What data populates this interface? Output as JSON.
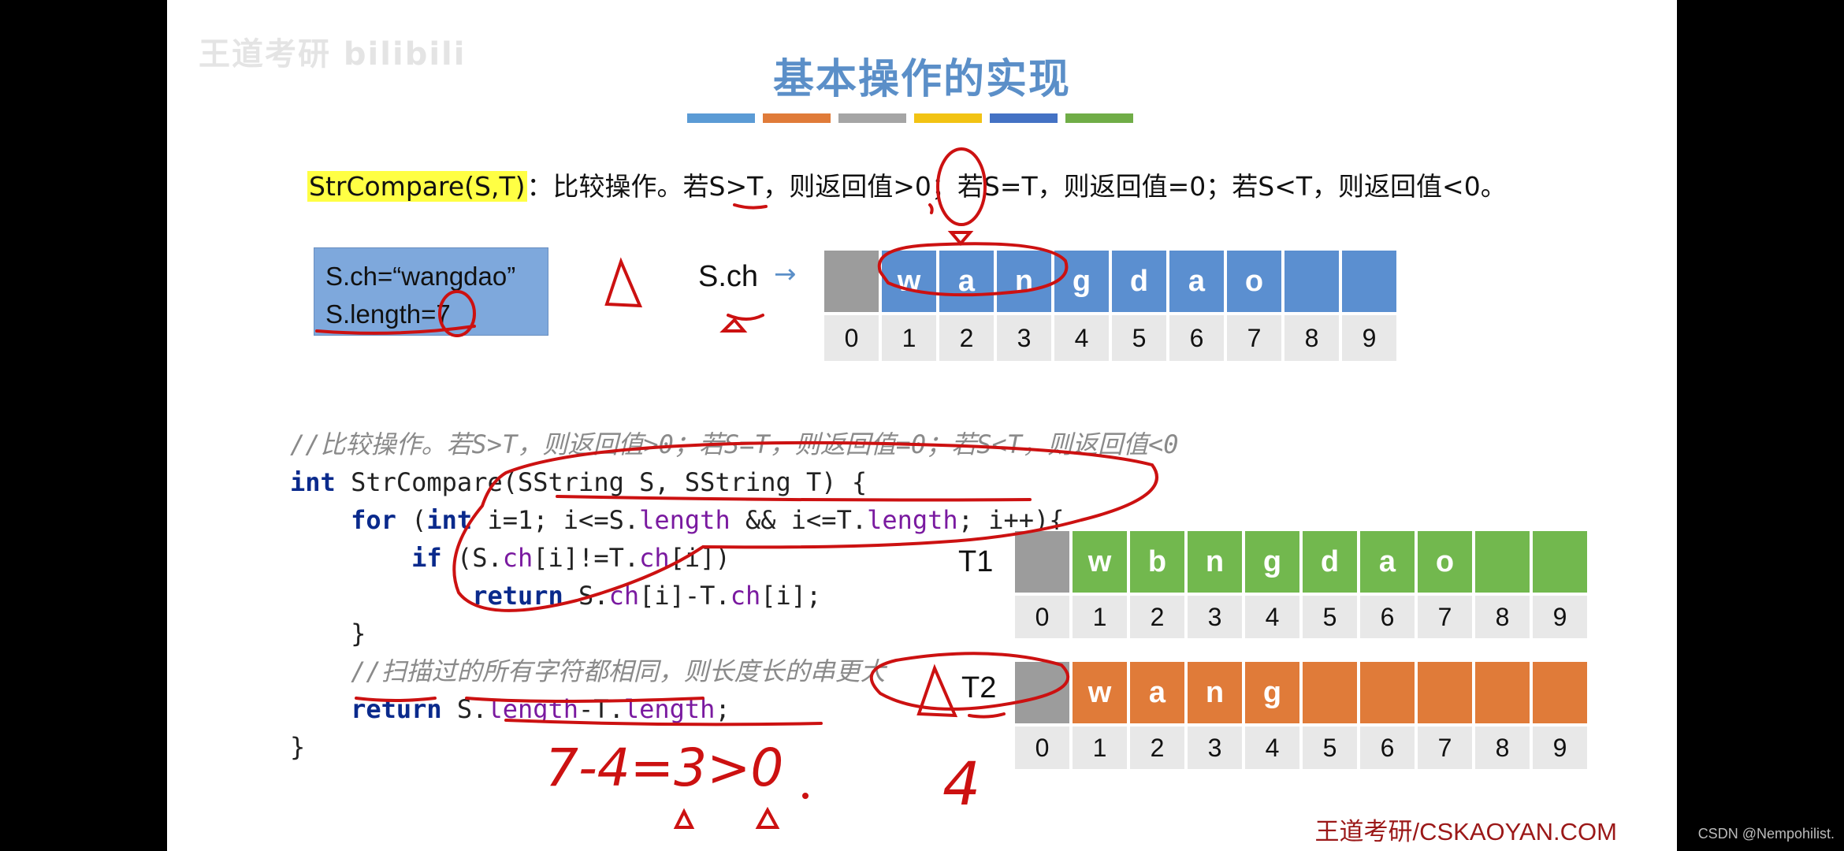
{
  "watermark": "王道考研 bilibili",
  "title": "基本操作的实现",
  "title_underline_colors": [
    "#5b9bd5",
    "#e07b39",
    "#a5a5a5",
    "#f2c314",
    "#4472c4",
    "#70ad47"
  ],
  "definition": {
    "fname": "StrCompare(S,T)",
    "text": "：比较操作。若S>T，则返回值>0；若S=T，则返回值=0；若S<T，则返回值<0。"
  },
  "infobox": {
    "line1": "S.ch=“wangdao”",
    "line2": "S.length=7"
  },
  "s_array": {
    "label": "S.ch",
    "arrow": "→",
    "cells": [
      "",
      "w",
      "a",
      "n",
      "g",
      "d",
      "a",
      "o",
      "",
      ""
    ],
    "indices": [
      "0",
      "1",
      "2",
      "3",
      "4",
      "5",
      "6",
      "7",
      "8",
      "9"
    ],
    "color": "#5b8fd0"
  },
  "t1_array": {
    "label": "T1",
    "cells": [
      "",
      "w",
      "b",
      "n",
      "g",
      "d",
      "a",
      "o",
      "",
      ""
    ],
    "indices": [
      "0",
      "1",
      "2",
      "3",
      "4",
      "5",
      "6",
      "7",
      "8",
      "9"
    ],
    "color": "#72b84e"
  },
  "t2_array": {
    "label": "T2",
    "cells": [
      "",
      "w",
      "a",
      "n",
      "g",
      "",
      "",
      "",
      "",
      ""
    ],
    "indices": [
      "0",
      "1",
      "2",
      "3",
      "4",
      "5",
      "6",
      "7",
      "8",
      "9"
    ],
    "color": "#e07b39"
  },
  "code": {
    "comment1": "//比较操作。若S>T，则返回值>0；若S=T，则返回值=0；若S<T，则返回值<0",
    "sig_kw": "int",
    "sig_rest": " StrCompare(SString S, SString T) {",
    "for_kw": "for",
    "for_int": "int",
    "for_a": " i=1; i<=S.",
    "for_len1": "length",
    "for_b": " && i<=T.",
    "for_len2": "length",
    "for_c": "; i++){",
    "if_kw": "if",
    "if_a": " (S.",
    "if_ch1": "ch",
    "if_b": "[i]!=T.",
    "if_ch2": "ch",
    "if_c": "[i])",
    "ret1_kw": "return",
    "ret1_a": " S.",
    "ret1_ch1": "ch",
    "ret1_b": "[i]-T.",
    "ret1_ch2": "ch",
    "ret1_c": "[i];",
    "close_for": "}",
    "comment2": "//扫描过的所有字符都相同，则长度长的串更大",
    "ret2_kw": "return",
    "ret2_a": " S.",
    "ret2_len1": "length",
    "ret2_b": "-T.",
    "ret2_len2": "length",
    "ret2_c": ";",
    "close_fn": "}"
  },
  "handwriting": {
    "calc": "7-4=3>0",
    "four": "4"
  },
  "footer": "王道考研/CSKAOYAN.COM",
  "csdn": "CSDN @Nempohilist."
}
